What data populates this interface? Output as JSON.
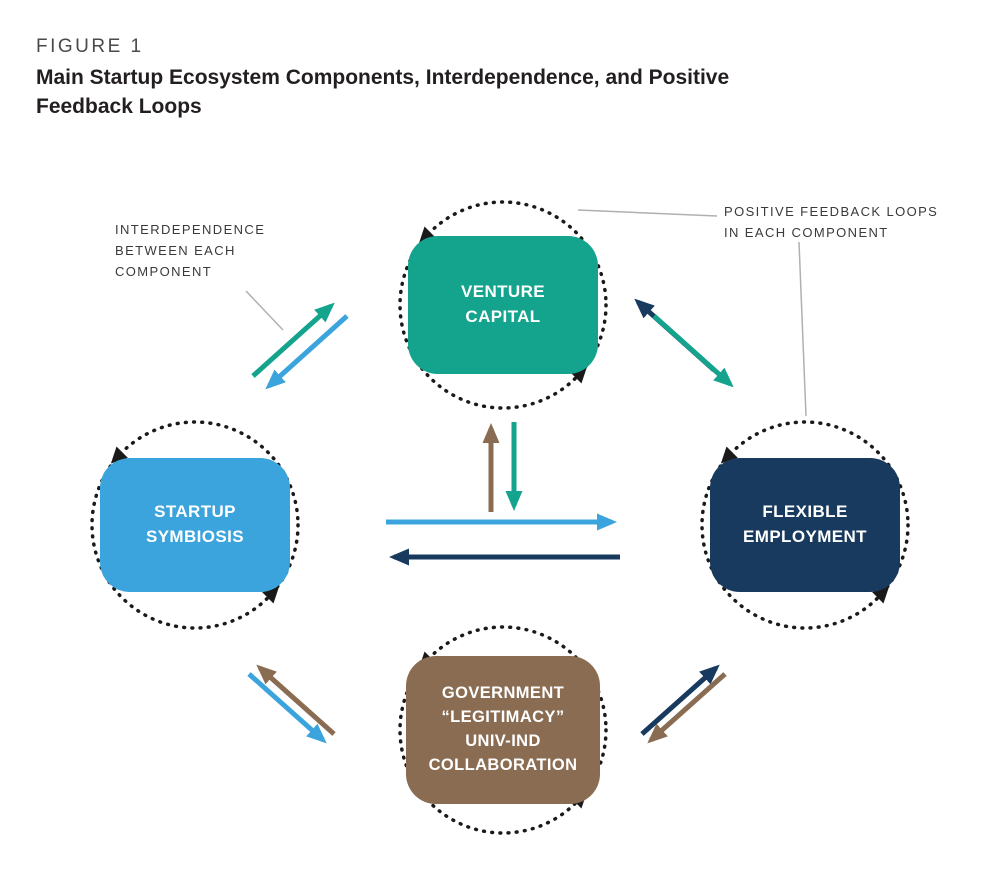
{
  "figure": {
    "kicker": "FIGURE 1",
    "title_line1": "Main Startup Ecosystem Components, Interdependence, and Positive",
    "title_line2": "Feedback Loops"
  },
  "annotations": {
    "interdependence": {
      "lines": [
        "INTERDEPENDENCE",
        "BETWEEN EACH",
        "COMPONENT"
      ]
    },
    "positive_feedback": {
      "lines": [
        "POSITIVE FEEDBACK LOOPS",
        "IN EACH COMPONENT"
      ]
    }
  },
  "nodes": {
    "venture_capital": {
      "lines": [
        "VENTURE",
        "CAPITAL"
      ],
      "color_key": "teal"
    },
    "startup_symbiosis": {
      "lines": [
        "STARTUP",
        "SYMBIOSIS"
      ],
      "color_key": "blue"
    },
    "flexible_employment": {
      "lines": [
        "FLEXIBLE",
        "EMPLOYMENT"
      ],
      "color_key": "navy"
    },
    "government": {
      "lines": [
        "GOVERNMENT",
        "“LEGITIMACY”",
        "UNIV-IND",
        "COLLABORATION"
      ],
      "color_key": "brown"
    }
  },
  "edges": [
    {
      "from": "startup_symbiosis",
      "to": "venture_capital",
      "arrow_color": "teal"
    },
    {
      "from": "venture_capital",
      "to": "startup_symbiosis",
      "arrow_color": "blue"
    },
    {
      "from": "flexible_employment",
      "to": "venture_capital",
      "arrow_color": "navy"
    },
    {
      "from": "venture_capital",
      "to": "flexible_employment",
      "arrow_color": "teal"
    },
    {
      "from": "startup_symbiosis",
      "to": "flexible_employment",
      "arrow_color": "blue"
    },
    {
      "from": "flexible_employment",
      "to": "startup_symbiosis",
      "arrow_color": "navy"
    },
    {
      "from": "government",
      "to": "venture_capital",
      "arrow_color": "brown"
    },
    {
      "from": "venture_capital",
      "to": "government",
      "arrow_color": "teal"
    },
    {
      "from": "government",
      "to": "startup_symbiosis",
      "arrow_color": "brown"
    },
    {
      "from": "startup_symbiosis",
      "to": "government",
      "arrow_color": "blue"
    },
    {
      "from": "government",
      "to": "flexible_employment",
      "arrow_color": "navy"
    },
    {
      "from": "flexible_employment",
      "to": "government",
      "arrow_color": "brown"
    }
  ],
  "colors": {
    "teal": "#14A38C",
    "blue": "#3CA4DD",
    "navy": "#173A5E",
    "brown": "#8A6C52",
    "ink": "#1A1A1A",
    "gray_line": "#B0B0B0",
    "text_dark": "#231F20",
    "text_gray": "#4B4A49"
  }
}
